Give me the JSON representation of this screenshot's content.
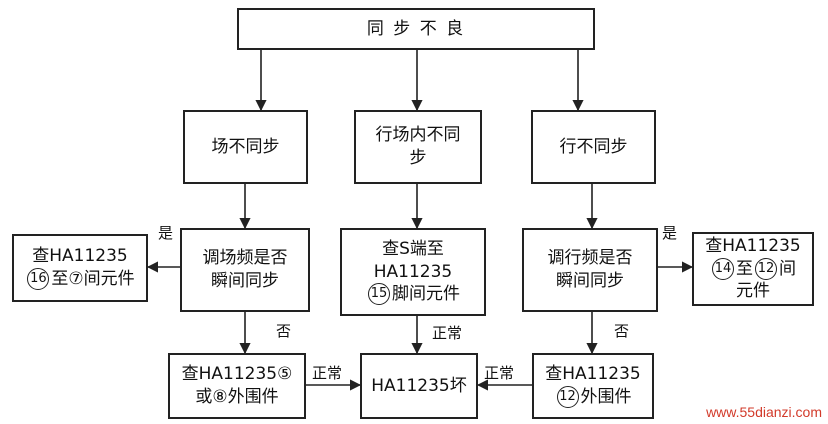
{
  "nodes": {
    "top": {
      "lines": [
        "同 步 不 良"
      ]
    },
    "field": {
      "lines": [
        "场不同步"
      ]
    },
    "inner": {
      "lines": [
        "行场内不同",
        "步"
      ]
    },
    "line": {
      "lines": [
        "行不同步"
      ]
    },
    "check_left": {
      "line1": "查HA11235",
      "circ": "16",
      "line2_rest": "至⑦间元件"
    },
    "field_freq": {
      "lines": [
        "调场频是否",
        "瞬间同步"
      ]
    },
    "check_s": {
      "line1": "查S端至",
      "line2": "HA11235",
      "circ": "15",
      "line3_rest": "脚间元件"
    },
    "line_freq": {
      "lines": [
        "调行频是否",
        "瞬间同步"
      ]
    },
    "check_right": {
      "line1": "查HA11235",
      "circ_a": "14",
      "mid": "至",
      "circ_b": "12",
      "tail": "间",
      "line3": "元件"
    },
    "check_58": {
      "lines": [
        "查HA11235⑤",
        "或⑧外围件"
      ]
    },
    "bad": {
      "lines": [
        "HA11235坏"
      ]
    },
    "check_12": {
      "line1": "查HA11235",
      "circ": "12",
      "line2_rest": "外围件"
    }
  },
  "edge_labels": {
    "yes_left": "是",
    "yes_right": "是",
    "no_left": "否",
    "no_right": "否",
    "normal_mid": "正常",
    "normal_left": "正常",
    "normal_right": "正常"
  },
  "watermark": "www.55dianzi.com",
  "colors": {
    "ink": "#222222",
    "watermark": "#d23a2a"
  }
}
